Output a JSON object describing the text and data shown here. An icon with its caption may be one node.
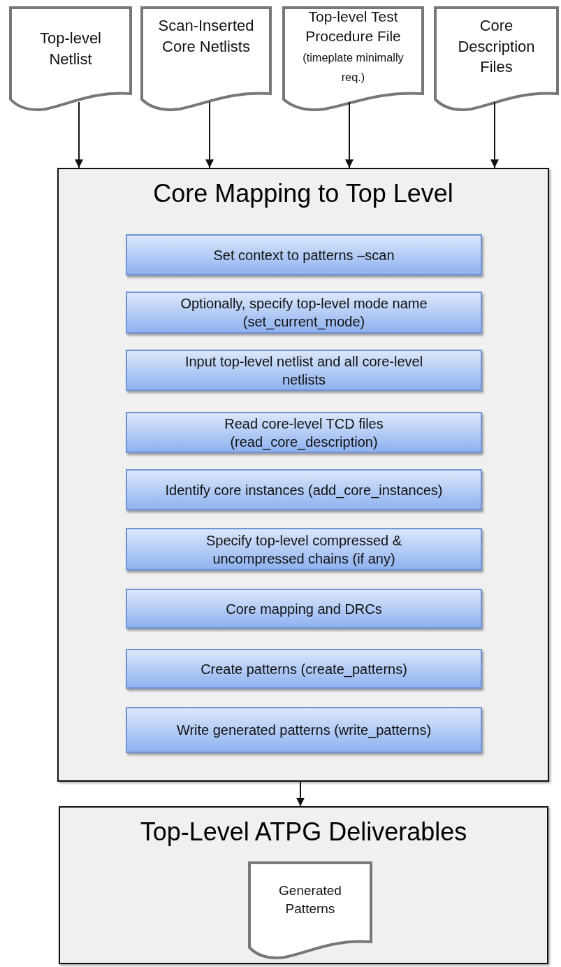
{
  "diagram": {
    "nodes": [
      {
        "text": [
          "Top-level Netlist"
        ]
      },
      {
        "text": [
          "Scan-Inserted Core Netlists"
        ]
      },
      {
        "text": [
          "Top-level Test Procedure File",
          "(timeplate minimally req.)"
        ]
      },
      {
        "text": [
          "Core Description Files"
        ]
      },
      {
        "text": [
          "Core Mapping to Top Level"
        ]
      },
      {
        "text": [
          "Set context to patterns –scan"
        ],
        "in": 4
      },
      {
        "text": [
          "Optionally, specify top-level mode name (set_current_mode)"
        ],
        "in": 4
      },
      {
        "text": [
          "Input top-level netlist and all core-level netlists"
        ],
        "in": 4
      },
      {
        "text": [
          "Read core-level TCD files (read_core_description)"
        ],
        "in": 4
      },
      {
        "text": [
          "Identify core instances (add_core_instances)"
        ],
        "in": 4
      },
      {
        "text": [
          "Specify top-level compressed & uncompressed chains (if any)"
        ],
        "in": 4
      },
      {
        "text": [
          "Core mapping and DRCs"
        ],
        "in": 4
      },
      {
        "text": [
          "Create patterns (create_patterns)"
        ],
        "in": 4
      },
      {
        "text": [
          "Write generated patterns (write_patterns)"
        ],
        "in": 4
      },
      {
        "text": [
          "Top-Level ATPG Deliverables"
        ]
      },
      {
        "text": [
          "Generated Patterns"
        ],
        "in": 14
      }
    ],
    "edges": [
      {
        "from": 0,
        "to": 4,
        "arrow": "to"
      },
      {
        "from": 1,
        "to": 4,
        "arrow": "to"
      },
      {
        "from": 2,
        "to": 4,
        "arrow": "to"
      },
      {
        "from": 3,
        "to": 4,
        "arrow": "to"
      },
      {
        "from": 4,
        "to": 14,
        "arrow": "to"
      }
    ]
  }
}
